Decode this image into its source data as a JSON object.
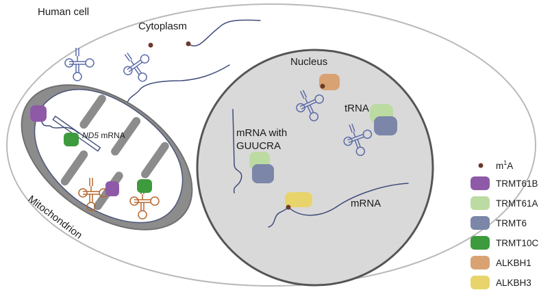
{
  "labels": {
    "human_cell": "Human cell",
    "cytoplasm": "Cytoplasm",
    "nucleus": "Nucleus",
    "mitochondrion": "Mitochondrion",
    "trna": "tRNA",
    "mrna_guucra_line1": "mRNA with",
    "mrna_guucra_line2": "GUUCRA",
    "mrna": "mRNA",
    "nd5_gene": "ND5",
    "nd5_suffix": " mRNA"
  },
  "legend": {
    "m1a_base": "m",
    "m1a_sup": "1",
    "m1a_tail": "A",
    "items": [
      {
        "label": "TRMT61B",
        "color": "#8e5aa8"
      },
      {
        "label": "TRMT61A",
        "color": "#bcdba2"
      },
      {
        "label": "TRMT6",
        "color": "#7b86a8"
      },
      {
        "label": "TRMT10C",
        "color": "#3d9a3d"
      },
      {
        "label": "ALKBH1",
        "color": "#d9a273"
      },
      {
        "label": "ALKBH3",
        "color": "#e8d46a"
      }
    ]
  },
  "colors": {
    "m1a_dot": "#6b3a2a",
    "membrane": "#b9b9b9",
    "nucleus_fill": "#d9d9d9",
    "mito_fill": "#8c8c8c",
    "rna_line": "#3d4a7a"
  }
}
